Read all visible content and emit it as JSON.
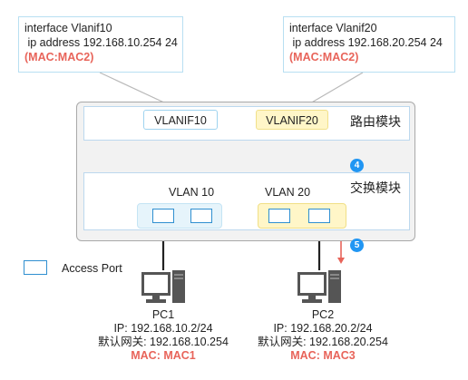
{
  "callouts": {
    "left": {
      "line1": "interface Vlanif10",
      "line2": " ip address 192.168.10.254 24",
      "mac": "(MAC:MAC2)"
    },
    "right": {
      "line1": "interface Vlanif20",
      "line2": " ip address 192.168.20.254 24",
      "mac": "(MAC:MAC2)"
    }
  },
  "routing_module": {
    "title": "路由模块",
    "vlanif10": "VLANIF10",
    "vlanif20": "VLANIF20"
  },
  "switching_module": {
    "title": "交换模块",
    "vlan10": "VLAN 10",
    "vlan20": "VLAN 20"
  },
  "steps": {
    "step4": "4",
    "step5": "5"
  },
  "legend": {
    "label": "Access Port"
  },
  "pc1": {
    "name": "PC1",
    "ip": "IP: 192.168.10.2/24",
    "gateway": "默认网关: 192.168.10.254",
    "mac": "MAC: MAC1"
  },
  "pc2": {
    "name": "PC2",
    "ip": "IP: 192.168.20.2/24",
    "gateway": "默认网关: 192.168.20.254",
    "mac": "MAC: MAC3"
  },
  "colors": {
    "port_border": "#2f8fd0",
    "step_badge": "#2196f3",
    "arrow": "#e8645a",
    "mac_text": "#e8645a",
    "vlanif20_fill": "#fff6c8"
  }
}
